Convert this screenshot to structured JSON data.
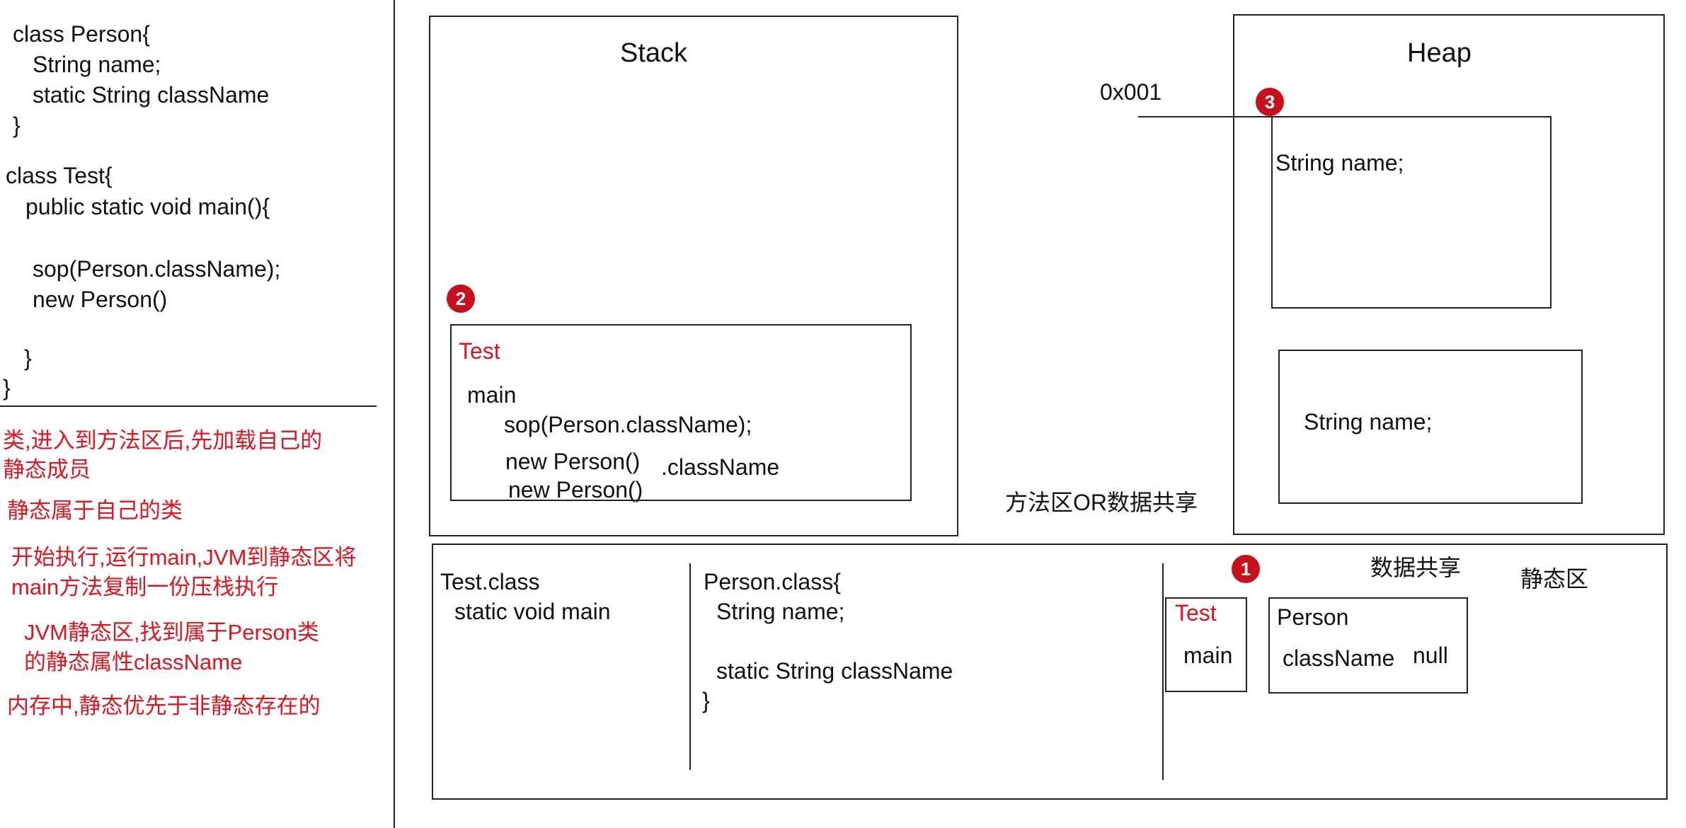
{
  "code": {
    "lines": [
      "class Person{",
      "String name;",
      "static String className",
      "}",
      "class Test{",
      "public static void main(){",
      "sop(Person.className);",
      "new Person()",
      "}",
      "}"
    ]
  },
  "notes": [
    "类,进入到方法区后,先加载自己的",
    "静态成员",
    "静态属于自己的类",
    "开始执行,运行main,JVM到静态区将",
    "main方法复制一份压栈执行",
    "JVM静态区,找到属于Person类",
    "的静态属性className",
    "内存中,静态优先于非静态存在的"
  ],
  "stack": {
    "title": "Stack",
    "frame": {
      "name": "Test",
      "method": "main",
      "call1": "sop(Person.className);",
      "call2": "new Person()",
      "suffix": ".className",
      "call3": "new Person()"
    }
  },
  "heap": {
    "title": "Heap",
    "address": "0x001",
    "obj1_field": "String name;",
    "obj2_field": "String name;"
  },
  "method_area": {
    "label": "方法区OR数据共享",
    "test_class": {
      "name": "Test.class",
      "member": "static void main"
    },
    "person_class": {
      "name": "Person.class{",
      "field1": "String name;",
      "field2": "static String className",
      "close": "}"
    },
    "shared_label": "数据共享",
    "static_area_label": "静态区",
    "static_test": {
      "name": "Test",
      "member": "main"
    },
    "static_person": {
      "name": "Person",
      "field": "className",
      "value": "null"
    }
  },
  "badges": [
    "1",
    "2",
    "3"
  ],
  "colors": {
    "accent": "#e0141e",
    "badge": "#c8101c",
    "line": "#222222"
  }
}
